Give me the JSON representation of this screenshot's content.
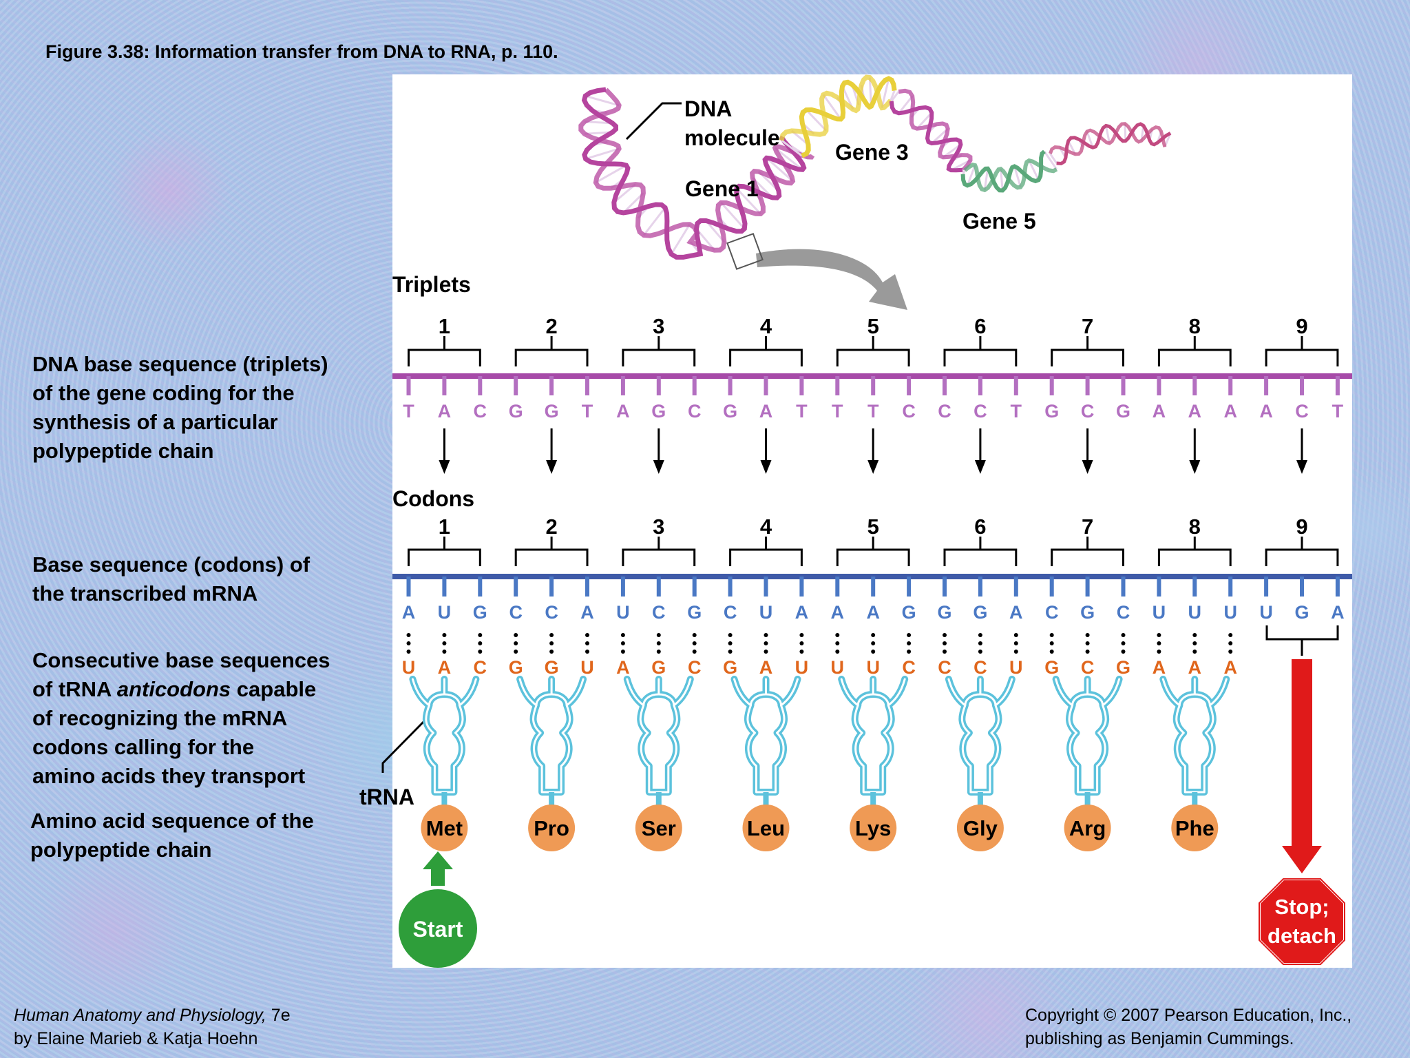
{
  "figure_title": "Figure 3.38:  Information transfer from DNA to RNA, p. 110.",
  "side_labels": {
    "dna_sequence": "DNA base sequence (triplets)\nof the gene coding for the\nsynthesis of a particular\npolypeptide chain",
    "mrna_sequence": "Base sequence (codons) of\nthe transcribed mRNA",
    "trna_pre": "Consecutive base sequences\nof tRNA ",
    "trna_em": "anticodons",
    "trna_post": " capable\nof recognizing the mRNA\ncodons calling for the\namino acids they transport",
    "amino_sequence": "Amino acid sequence of the\npolypeptide chain"
  },
  "dna_labels": {
    "molecule": "DNA molecule",
    "gene1": "Gene 1",
    "gene3": "Gene 3",
    "gene5": "Gene 5"
  },
  "section_labels": {
    "triplets": "Triplets",
    "codons": "Codons",
    "trna": "tRNA"
  },
  "group_numbers": [
    "1",
    "2",
    "3",
    "4",
    "5",
    "6",
    "7",
    "8",
    "9"
  ],
  "dna_bases": [
    "T",
    "A",
    "C",
    "G",
    "G",
    "T",
    "A",
    "G",
    "C",
    "G",
    "A",
    "T",
    "T",
    "T",
    "C",
    "C",
    "C",
    "T",
    "G",
    "C",
    "G",
    "A",
    "A",
    "A",
    "A",
    "C",
    "T"
  ],
  "mrna_bases": [
    "A",
    "U",
    "G",
    "C",
    "C",
    "A",
    "U",
    "C",
    "G",
    "C",
    "U",
    "A",
    "A",
    "A",
    "G",
    "G",
    "G",
    "A",
    "C",
    "G",
    "C",
    "U",
    "U",
    "U",
    "U",
    "G",
    "A"
  ],
  "trna_bases": [
    "U",
    "A",
    "C",
    "G",
    "G",
    "U",
    "A",
    "G",
    "C",
    "G",
    "A",
    "U",
    "U",
    "U",
    "C",
    "C",
    "C",
    "U",
    "G",
    "C",
    "G",
    "A",
    "A",
    "A"
  ],
  "amino_acids": [
    "Met",
    "Pro",
    "Ser",
    "Leu",
    "Lys",
    "Gly",
    "Arg",
    "Phe"
  ],
  "start_label": "Start",
  "stop_label_1": "Stop;",
  "stop_label_2": "detach",
  "colors": {
    "dna_strand": "#a64aa8",
    "dna_base": "#b36fc0",
    "mrna_strand": "#3e5aa8",
    "mrna_base": "#4a78c4",
    "trna_base": "#e0661c",
    "trna_body": "#5cc2dc",
    "amino_acid": "#ef9a55",
    "start": "#2e9e3a",
    "stop": "#e01a1a",
    "gene1": "#b5449e",
    "gene3": "#e8cf3a",
    "gene5": "#5aa87a"
  },
  "footer": {
    "book_title": "Human Anatomy and Physiology,",
    "edition": " 7e",
    "authors": "by Elaine Marieb & Katja Hoehn",
    "copyright": "Copyright © 2007 Pearson Education, Inc.,",
    "publisher": "publishing as Benjamin Cummings."
  }
}
